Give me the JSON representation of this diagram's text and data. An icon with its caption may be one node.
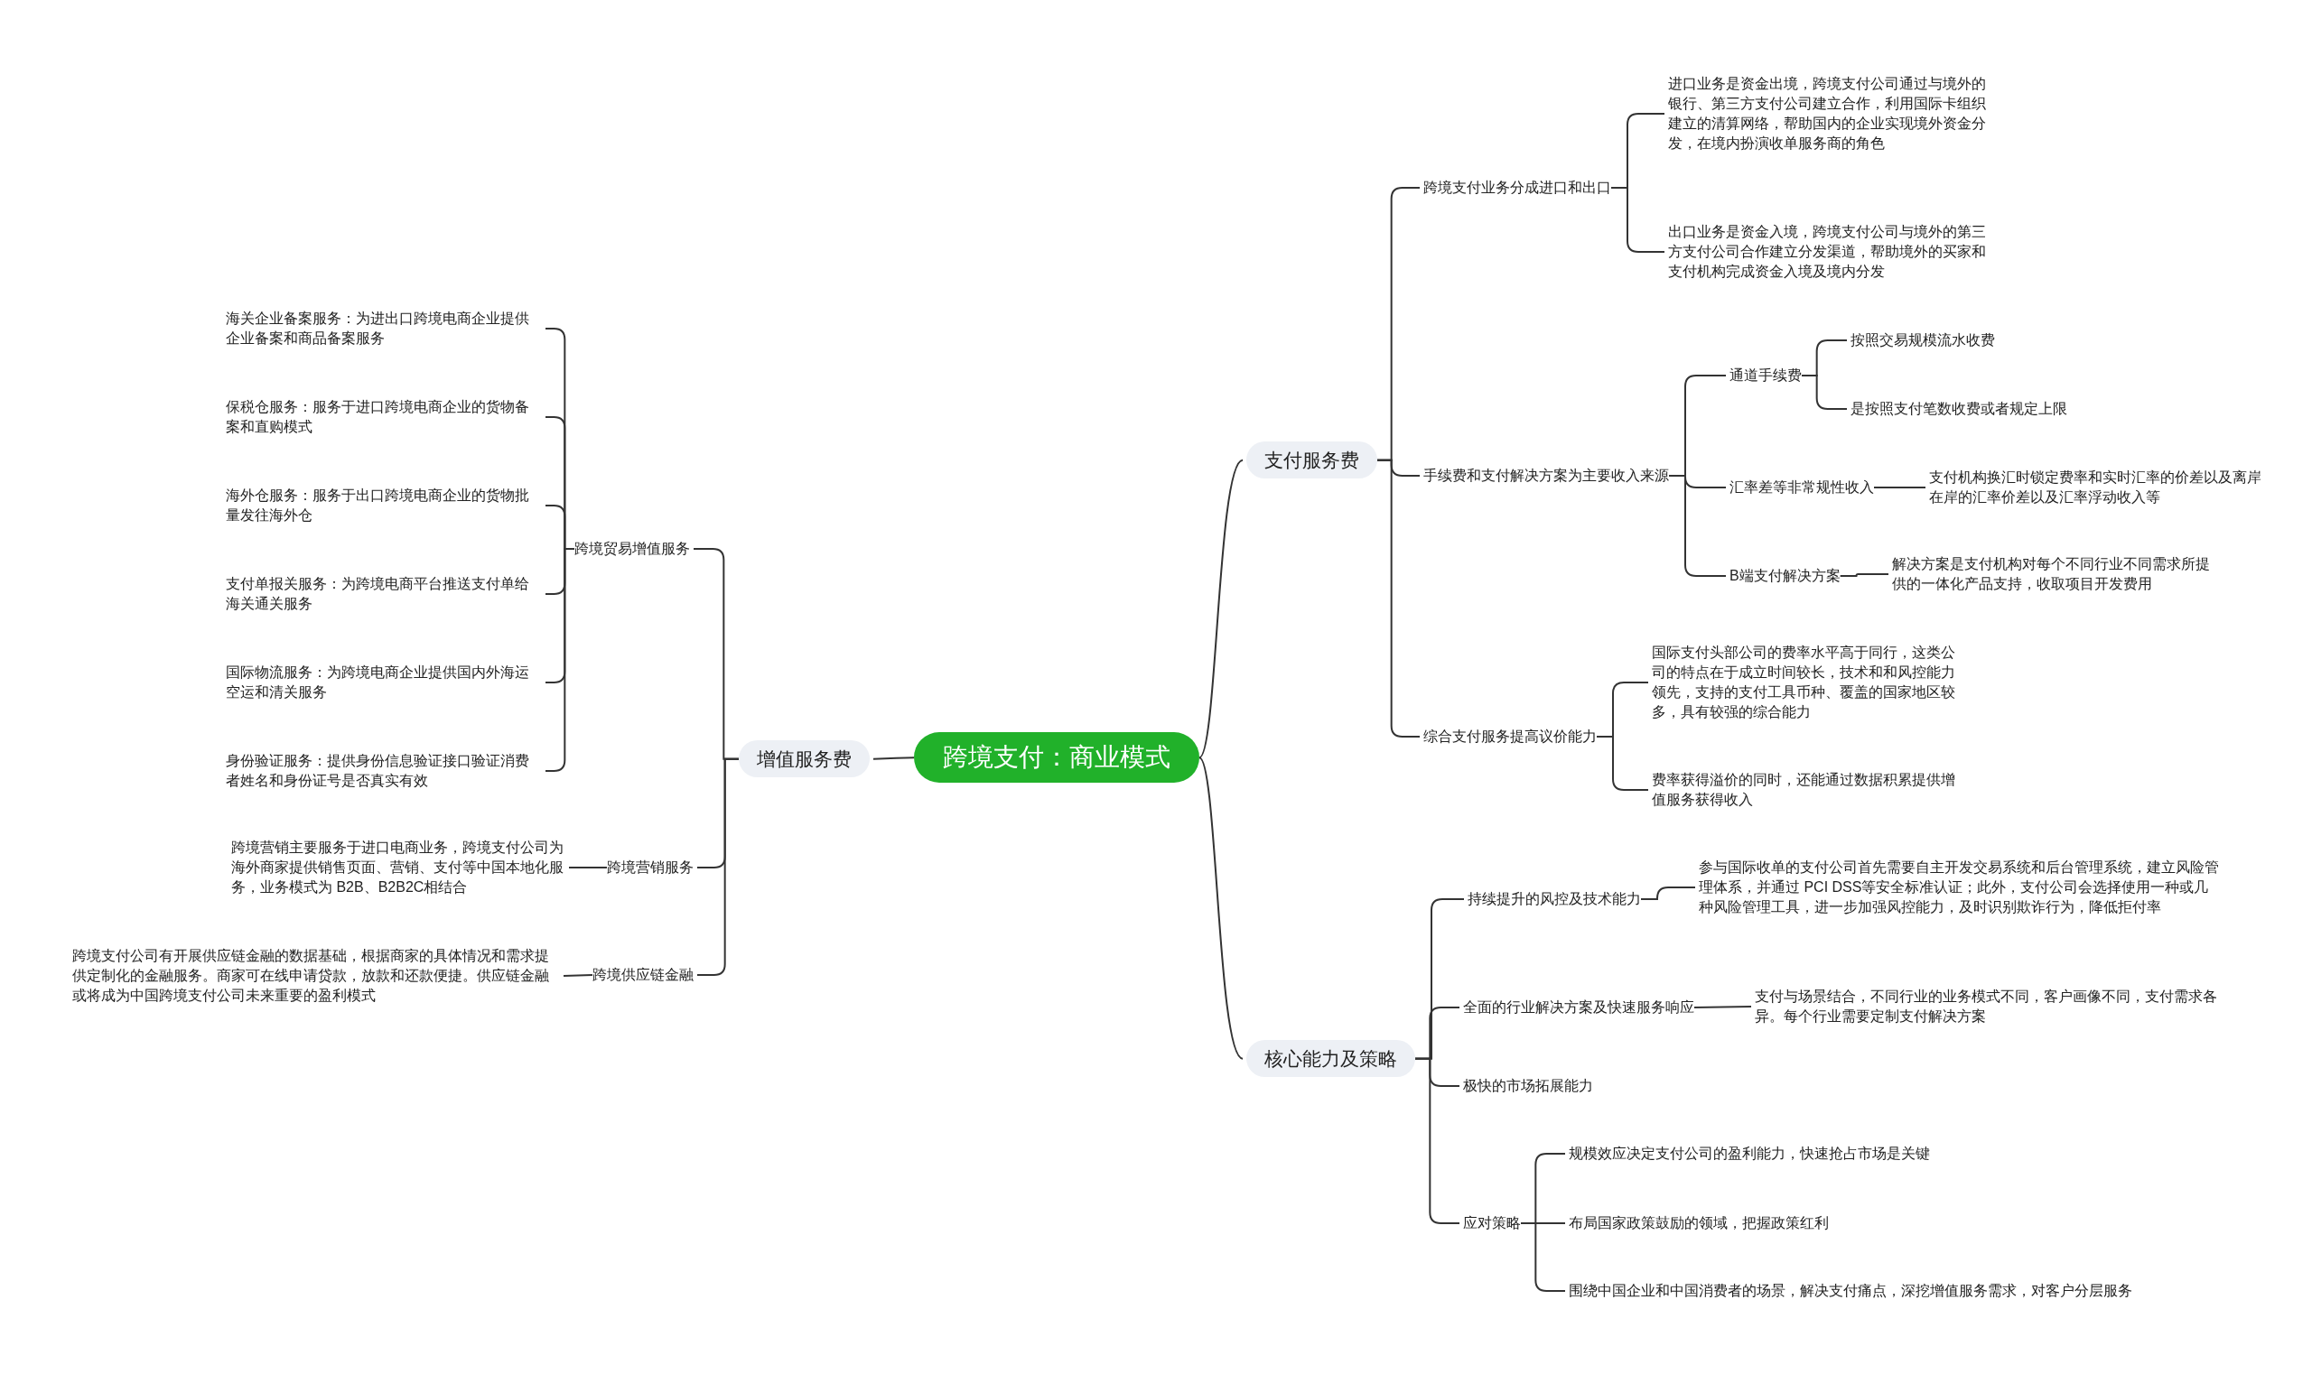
{
  "diagram": {
    "nodes": [
      {
        "text": [
          "跨境支付：商业模式"
        ]
      },
      {
        "text": [
          "支付服务费"
        ]
      },
      {
        "text": [
          "跨境支付业务分成进口和出口"
        ]
      },
      {
        "text": [
          "进口业务是资金出境，跨境支付公司通过与境外的银行、第三方支付公司建立合作，利用国际卡组织建立的清算网络，帮助国内的企业实现境外资金分发，在境内扮演收单服务商的角色"
        ]
      },
      {
        "text": [
          "出口业务是资金入境，跨境支付公司与境外的第三方支付公司合作建立分发渠道，帮助境外的买家和支付机构完成资金入境及境内分发"
        ]
      },
      {
        "text": [
          "手续费和支付解决方案为主要收入来源"
        ]
      },
      {
        "text": [
          "通道手续费"
        ]
      },
      {
        "text": [
          "按照交易规模流水收费"
        ]
      },
      {
        "text": [
          "是按照支付笔数收费或者规定上限"
        ]
      },
      {
        "text": [
          "汇率差等非常规性收入"
        ]
      },
      {
        "text": [
          "支付机构换汇时锁定费率和实时汇率的价差以及离岸在岸的汇率价差以及汇率浮动收入等"
        ]
      },
      {
        "text": [
          "B端支付解决方案"
        ]
      },
      {
        "text": [
          "解决方案是支付机构对每个不同行业不同需求所提供的一体化产品支持，收取项目开发费用"
        ]
      },
      {
        "text": [
          "综合支付服务提高议价能力"
        ]
      },
      {
        "text": [
          "国际支付头部公司的费率水平高于同行，这类公司的特点在于成立时间较长，技术和和风控能力领先，支持的支付工具币种、覆盖的国家地区较多，具有较强的综合能力"
        ]
      },
      {
        "text": [
          "费率获得溢价的同时，还能通过数据积累提供增值服务获得收入"
        ]
      },
      {
        "text": [
          "核心能力及策略"
        ]
      },
      {
        "text": [
          "持续提升的风控及技术能力"
        ]
      },
      {
        "text": [
          "参与国际收单的支付公司首先需要自主开发交易系统和后台管理系统，建立风险管理体系，并通过 PCI DSS等安全标准认证；此外，支付公司会选择使用一种或几种风险管理工具，进一步加强风控能力，及时识别欺诈行为，降低拒付率"
        ]
      },
      {
        "text": [
          "全面的行业解决方案及快速服务响应"
        ]
      },
      {
        "text": [
          "支付与场景结合，不同行业的业务模式不同，客户画像不同，支付需求各异。每个行业需要定制支付解决方案"
        ]
      },
      {
        "text": [
          "极快的市场拓展能力"
        ]
      },
      {
        "text": [
          "应对策略"
        ]
      },
      {
        "text": [
          "规模效应决定支付公司的盈利能力，快速抢占市场是关键"
        ]
      },
      {
        "text": [
          "布局国家政策鼓励的领域，把握政策红利"
        ]
      },
      {
        "text": [
          "围绕中国企业和中国消费者的场景，解决支付痛点，深挖增值服务需求，对客户分层服务"
        ]
      },
      {
        "text": [
          "增值服务费"
        ]
      },
      {
        "text": [
          "跨境贸易增值服务"
        ]
      },
      {
        "text": [
          "海关企业备案服务：为进出口跨境电商企业提供企业备案和商品备案服务"
        ]
      },
      {
        "text": [
          "保税仓服务：服务于进口跨境电商企业的货物备案和直购模式"
        ]
      },
      {
        "text": [
          "海外仓服务：服务于出口跨境电商企业的货物批量发往海外仓"
        ]
      },
      {
        "text": [
          "支付单报关服务：为跨境电商平台推送支付单给海关通关服务"
        ]
      },
      {
        "text": [
          "国际物流服务：为跨境电商企业提供国内外海运空运和清关服务"
        ]
      },
      {
        "text": [
          "身份验证服务：提供身份信息验证接口验证消费者姓名和身份证号是否真实有效"
        ]
      },
      {
        "text": [
          "跨境营销服务"
        ]
      },
      {
        "text": [
          "跨境营销主要服务于进口电商业务，跨境支付公司为海外商家提供销售页面、营销、支付等中国本地化服务，业务模式为 B2B、B2B2C相结合"
        ]
      },
      {
        "text": [
          "跨境供应链金融"
        ]
      },
      {
        "text": [
          "跨境支付公司有开展供应链金融的数据基础，根据商家的具体情况和需求提供定制化的金融服务。商家可在线申请贷款，放款和还款便捷。供应链金融或将成为中国跨境支付公司未来重要的盈利模式"
        ]
      }
    ],
    "edges": [
      {
        "from": 0,
        "to": 1,
        "arrow": "none"
      },
      {
        "from": 1,
        "to": 2,
        "arrow": "none"
      },
      {
        "from": 2,
        "to": 3,
        "arrow": "none"
      },
      {
        "from": 2,
        "to": 4,
        "arrow": "none"
      },
      {
        "from": 1,
        "to": 5,
        "arrow": "none"
      },
      {
        "from": 5,
        "to": 6,
        "arrow": "none"
      },
      {
        "from": 6,
        "to": 7,
        "arrow": "none"
      },
      {
        "from": 6,
        "to": 8,
        "arrow": "none"
      },
      {
        "from": 5,
        "to": 9,
        "arrow": "none"
      },
      {
        "from": 9,
        "to": 10,
        "arrow": "none"
      },
      {
        "from": 5,
        "to": 11,
        "arrow": "none"
      },
      {
        "from": 11,
        "to": 12,
        "arrow": "none"
      },
      {
        "from": 1,
        "to": 13,
        "arrow": "none"
      },
      {
        "from": 13,
        "to": 14,
        "arrow": "none"
      },
      {
        "from": 13,
        "to": 15,
        "arrow": "none"
      },
      {
        "from": 0,
        "to": 16,
        "arrow": "none"
      },
      {
        "from": 16,
        "to": 17,
        "arrow": "none"
      },
      {
        "from": 17,
        "to": 18,
        "arrow": "none"
      },
      {
        "from": 16,
        "to": 19,
        "arrow": "none"
      },
      {
        "from": 19,
        "to": 20,
        "arrow": "none"
      },
      {
        "from": 16,
        "to": 21,
        "arrow": "none"
      },
      {
        "from": 16,
        "to": 22,
        "arrow": "none"
      },
      {
        "from": 22,
        "to": 23,
        "arrow": "none"
      },
      {
        "from": 22,
        "to": 24,
        "arrow": "none"
      },
      {
        "from": 22,
        "to": 25,
        "arrow": "none"
      },
      {
        "from": 0,
        "to": 26,
        "arrow": "none"
      },
      {
        "from": 26,
        "to": 27,
        "arrow": "none"
      },
      {
        "from": 27,
        "to": 28,
        "arrow": "none"
      },
      {
        "from": 27,
        "to": 29,
        "arrow": "none"
      },
      {
        "from": 27,
        "to": 30,
        "arrow": "none"
      },
      {
        "from": 27,
        "to": 31,
        "arrow": "none"
      },
      {
        "from": 27,
        "to": 32,
        "arrow": "none"
      },
      {
        "from": 27,
        "to": 33,
        "arrow": "none"
      },
      {
        "from": 26,
        "to": 34,
        "arrow": "none"
      },
      {
        "from": 34,
        "to": 35,
        "arrow": "none"
      },
      {
        "from": 26,
        "to": 36,
        "arrow": "none"
      },
      {
        "from": 36,
        "to": 37,
        "arrow": "none"
      }
    ]
  }
}
